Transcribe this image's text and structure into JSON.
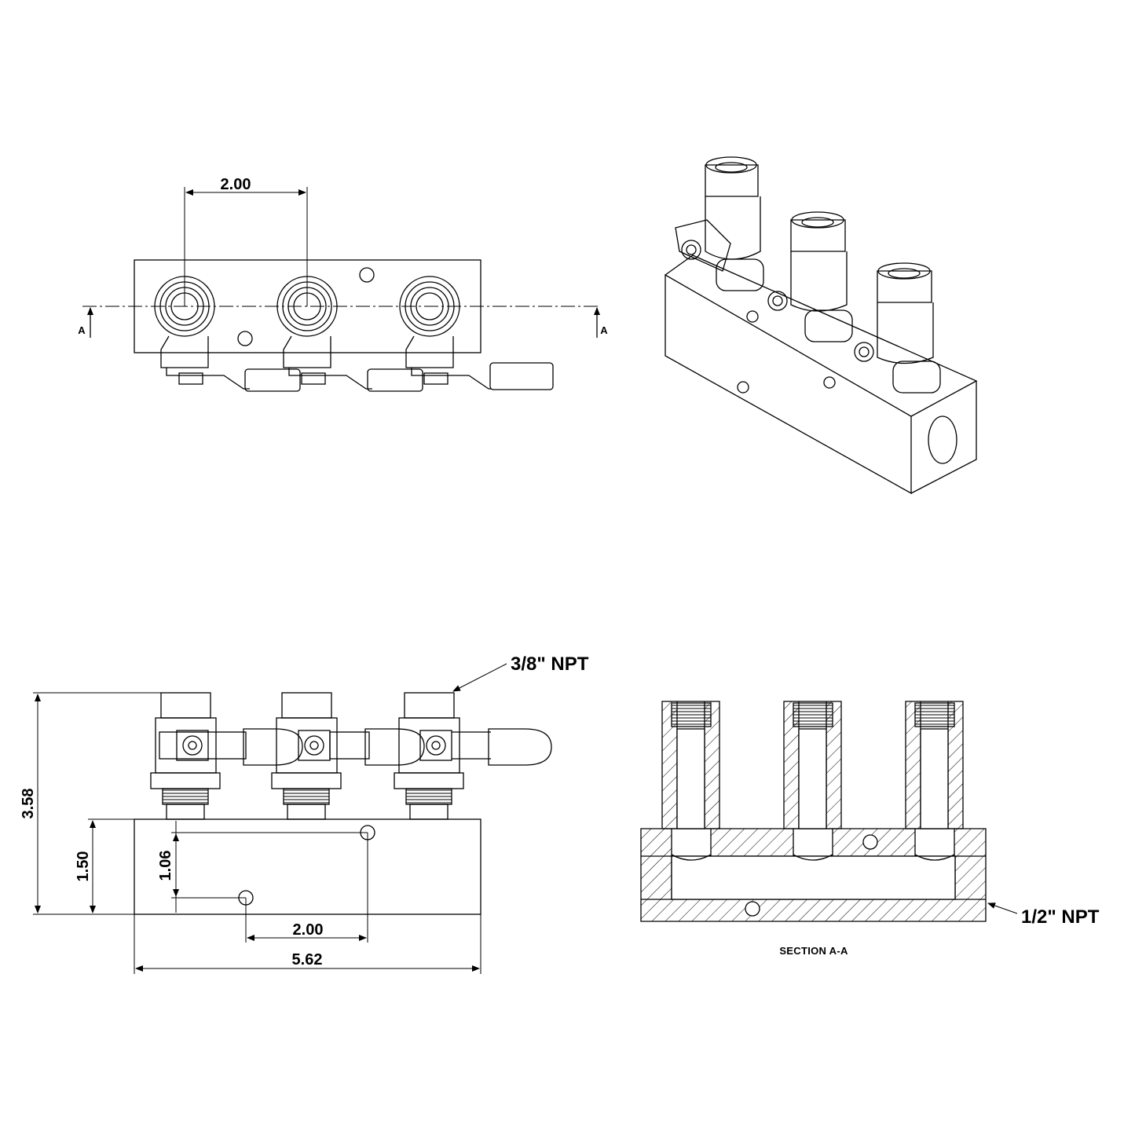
{
  "top_view": {
    "pitch_dim": "2.00",
    "section_mark_left": "A",
    "section_mark_right": "A"
  },
  "front_view": {
    "height_overall": "3.58",
    "height_body": "1.50",
    "hole_vertical": "1.06",
    "hole_pitch": "2.00",
    "length_overall": "5.62",
    "outlet_thread": "3/8\" NPT"
  },
  "section_view": {
    "inlet_thread": "1/2\" NPT",
    "caption": "SECTION A-A"
  },
  "colors": {
    "line": "#000000",
    "background": "#ffffff"
  }
}
